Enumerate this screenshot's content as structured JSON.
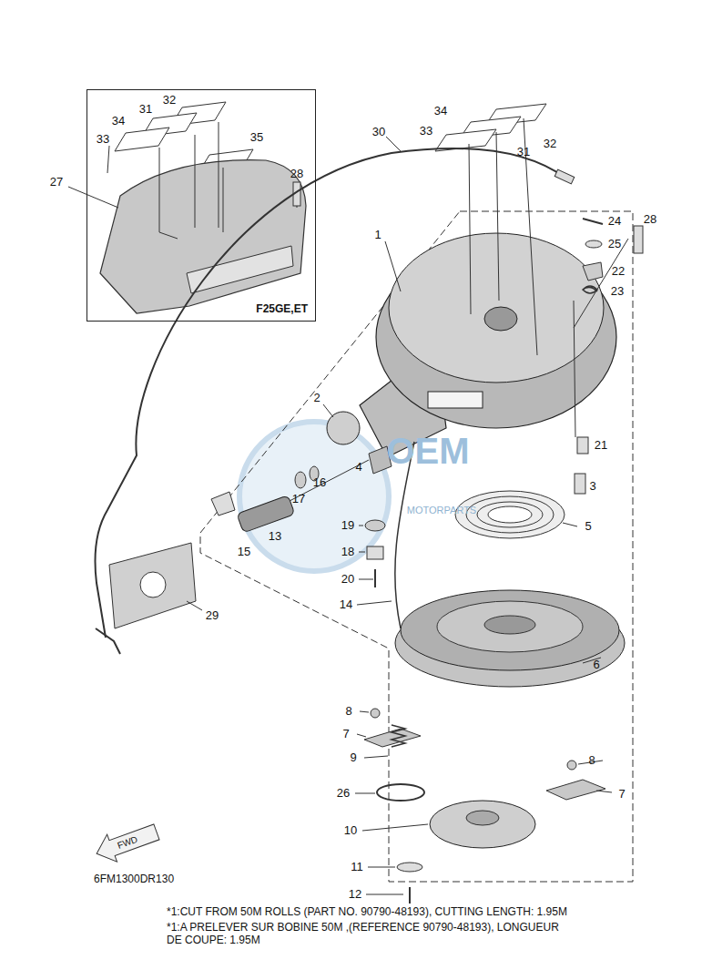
{
  "diagram": {
    "nodes": [
      {
        "text": [
          "F25GE,ET"
        ]
      }
    ],
    "labels": [
      "32",
      "31",
      "34",
      "35",
      "33",
      "27",
      "28",
      "30",
      "34",
      "33",
      "32",
      "31",
      "24",
      "28",
      "25",
      "22",
      "23",
      "1",
      "2",
      "21",
      "3",
      "4",
      "5",
      "16",
      "17",
      "13",
      "15",
      "19",
      "18",
      "20",
      "14",
      "29",
      "6",
      "8",
      "7",
      "9",
      "8",
      "7",
      "26",
      "10",
      "11",
      "12",
      "FWD",
      "6FM1300DR130",
      "*1:CUT FROM 50M ROLLS (PART NO. 90790-48193), CUTTING LENGTH: 1.95M",
      "*1:A PRELEVER SUR BOBINE 50M ,(REFERENCE 90790-48193), LONGUEUR DE COUPE: 1.95M",
      "OEM",
      "MOTORPARTS"
    ]
  }
}
